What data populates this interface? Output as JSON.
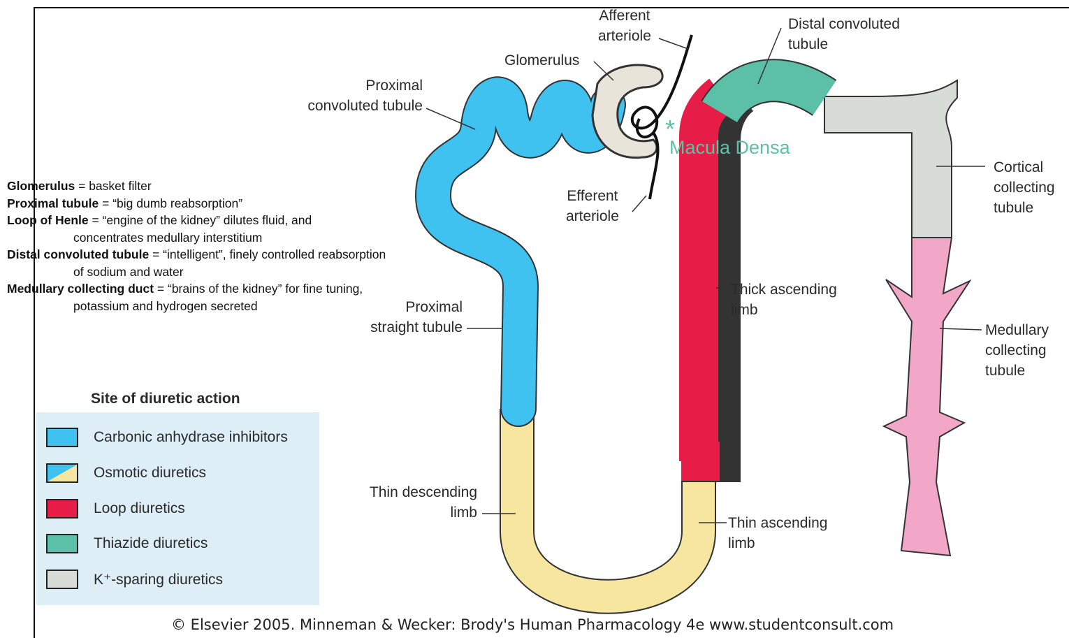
{
  "labels": {
    "afferent": [
      "Afferent",
      "arteriole"
    ],
    "distal": [
      "Distal convoluted",
      "tubule"
    ],
    "glomerulus": [
      "Glomerulus"
    ],
    "proximal_conv": [
      "Proximal",
      "convoluted tubule"
    ],
    "efferent": [
      "Efferent",
      "arteriole"
    ],
    "cortical": [
      "Cortical",
      "collecting",
      "tubule"
    ],
    "thick": [
      "Thick ascending",
      "limb"
    ],
    "proximal_straight": [
      "Proximal",
      "straight tubule"
    ],
    "medullary": [
      "Medullary",
      "collecting",
      "tubule"
    ],
    "thin_desc": [
      "Thin descending",
      "limb"
    ],
    "thin_asc": [
      "Thin ascending",
      "limb"
    ]
  },
  "macula_densa": {
    "asterisk": "*",
    "text": "Macula Densa"
  },
  "notes": [
    {
      "term": "Glomerulus",
      "text": " = basket filter",
      "cont": ""
    },
    {
      "term": "Proximal tubule",
      "text": " = “big dumb reabsorption”",
      "cont": ""
    },
    {
      "term": "Loop of Henle",
      "text": " = “engine of the kidney” dilutes fluid, and",
      "cont": "concentrates medullary interstitium"
    },
    {
      "term": "Distal convoluted tubule",
      "text": " = “intelligent”, finely controlled reabsorption",
      "cont": "of sodium and water"
    },
    {
      "term": "Medullary collecting duct",
      "text": " = “brains of the kidney” for fine tuning,",
      "cont": "potassium and hydrogen secreted"
    }
  ],
  "legend": {
    "title": "Site of diuretic action",
    "items": [
      {
        "label": "Carbonic anhydrase inhibitors",
        "color": "#3fc2ef"
      },
      {
        "label": "Osmotic diuretics",
        "color": "split"
      },
      {
        "label": "Loop diuretics",
        "color": "#e51d47"
      },
      {
        "label": "Thiazide diuretics",
        "color": "#5cbfa7"
      },
      {
        "label": "K⁺-sparing diuretics",
        "color": "#d8dcd7"
      }
    ]
  },
  "colors": {
    "carbonic": "#3fc2ef",
    "osmotic_yellow": "#f7e6a0",
    "loop": "#e51d47",
    "thiazide": "#5cbfa7",
    "k_sparing": "#d8dcd7",
    "medullary_pink": "#f2a7c9",
    "glomerulus": "#e8e4da",
    "macula": "#5fbfa4"
  },
  "copyright": "© Elsevier 2005. Minneman & Wecker: Brody's Human Pharmacology 4e www.studentconsult.com"
}
